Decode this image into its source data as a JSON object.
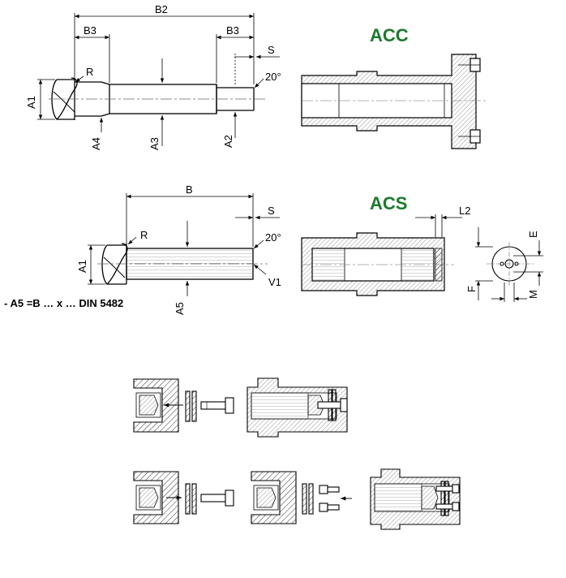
{
  "sections": {
    "acc_title": "ACC",
    "acs_title": "ACS"
  },
  "acc_shaft": {
    "b2": "B2",
    "b3_left": "B3",
    "b3_right": "B3",
    "s": "S",
    "r": "R",
    "angle": "20°",
    "a1": "A1",
    "a2": "A2",
    "a3": "A3",
    "a4": "A4"
  },
  "acs_shaft": {
    "b": "B",
    "s": "S",
    "r": "R",
    "angle": "20°",
    "a1": "A1",
    "a5": "A5",
    "v1": "V1"
  },
  "acs_coupling": {
    "l2": "L2"
  },
  "end_view": {
    "e": "E",
    "f": "F",
    "m": "M"
  },
  "note": "- A5 =B … x … DIN 5482"
}
